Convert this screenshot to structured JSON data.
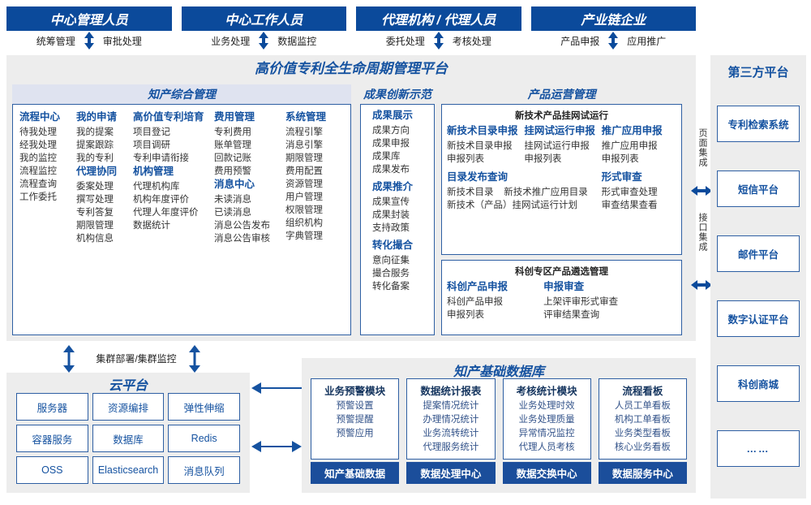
{
  "roles": [
    {
      "title": "中心管理人员",
      "left": "统筹管理",
      "right": "审批处理"
    },
    {
      "title": "中心工作人员",
      "left": "业务处理",
      "right": "数据监控"
    },
    {
      "title": "代理机构 / 代理人员",
      "left": "委托处理",
      "right": "考核处理"
    },
    {
      "title": "产业链企业",
      "left": "产品申报",
      "right": "应用推广"
    }
  ],
  "platform": {
    "title": "高价值专利全生命周期管理平台"
  },
  "zhichan": {
    "title": "知产综合管理",
    "columns": [
      {
        "groups": [
          {
            "head": "流程中心",
            "items": [
              "待我处理",
              "经我处理",
              "我的监控",
              "流程监控",
              "流程查询",
              "工作委托"
            ]
          }
        ]
      },
      {
        "groups": [
          {
            "head": "我的申请",
            "items": [
              "我的提案",
              "提案跟踪",
              "我的专利"
            ]
          },
          {
            "head": "代理协同",
            "items": [
              "委案处理",
              "撰写处理",
              "专利答复",
              "期限管理",
              "机构信息"
            ]
          }
        ]
      },
      {
        "groups": [
          {
            "head": "高价值专利培育",
            "items": [
              "项目登记",
              "项目调研",
              "专利申请衔接"
            ]
          },
          {
            "head": "机构管理",
            "items": [
              "代理机构库",
              "机构年度评价",
              "代理人年度评价",
              "数据统计"
            ]
          }
        ]
      },
      {
        "groups": [
          {
            "head": "费用管理",
            "items": [
              "专利费用",
              "账单管理",
              "回款记账",
              "费用预警"
            ]
          },
          {
            "head": "消息中心",
            "items": [
              "未读消息",
              "已读消息",
              "消息公告发布",
              "消息公告审核"
            ]
          }
        ]
      },
      {
        "groups": [
          {
            "head": "系统管理",
            "items": [
              "流程引擎",
              "消息引擎",
              "期限管理",
              "费用配置",
              "资源管理",
              "用户管理",
              "权限管理",
              "组织机构",
              "字典管理"
            ]
          }
        ]
      }
    ]
  },
  "chengguo": {
    "title": "成果创新示范",
    "groups": [
      {
        "head": "成果展示",
        "items": [
          "成果方向",
          "成果申报",
          "成果库",
          "成果发布"
        ]
      },
      {
        "head": "成果推介",
        "items": [
          "成果宣传",
          "成果封装",
          "支持政策"
        ]
      },
      {
        "head": "转化撮合",
        "items": [
          "意向征集",
          "撮合服务",
          "转化备案"
        ]
      }
    ]
  },
  "chanpin": {
    "title": "产品运营管理",
    "panels": [
      {
        "subtitle": "新技术产品挂网试运行",
        "row1": [
          {
            "head": "新技术目录申报",
            "items": [
              "新技术目录申报",
              "申报列表"
            ]
          },
          {
            "head": "挂网试运行申报",
            "items": [
              "挂网试运行申报",
              "申报列表"
            ]
          },
          {
            "head": "推广应用申报",
            "items": [
              "推广应用申报",
              "申报列表"
            ]
          }
        ],
        "row2": [
          {
            "head": "目录发布查询",
            "items": [
              "新技术目录    新技术推广应用目录",
              "新技术（产品）挂网试运行计划"
            ]
          },
          {
            "head": "形式审查",
            "items": [
              "形式审查处理",
              "审查结果查看"
            ]
          }
        ]
      },
      {
        "subtitle": "科创专区产品遴选管理",
        "row1": [
          {
            "head": "科创产品申报",
            "items": [
              "科创产品申报",
              "申报列表"
            ]
          },
          {
            "head": "申报审查",
            "items": [
              "上架评审形式审查",
              "评审结果查询"
            ]
          }
        ],
        "row2": []
      }
    ]
  },
  "integration": {
    "page": "页面集成",
    "api": "接口集成"
  },
  "thirdparty": {
    "title": "第三方平台",
    "items": [
      "专利检索系统",
      "短信平台",
      "邮件平台",
      "数字认证平台",
      "科创商城",
      "……"
    ]
  },
  "cloud": {
    "arrow_label": "集群部署/集群监控",
    "title": "云平台",
    "cells": [
      "服务器",
      "资源编排",
      "弹性伸缩",
      "容器服务",
      "数据库",
      "Redis",
      "OSS",
      "Elasticsearch",
      "消息队列"
    ]
  },
  "database": {
    "title": "知产基础数据库",
    "columns": [
      {
        "head": "业务预警模块",
        "items": [
          "预警设置",
          "预警提醒",
          "预警应用"
        ],
        "foot": "知产基础数据"
      },
      {
        "head": "数据统计报表",
        "items": [
          "提案情况统计",
          "办理情况统计",
          "业务流转统计",
          "代理服务统计"
        ],
        "foot": "数据处理中心"
      },
      {
        "head": "考核统计模块",
        "items": [
          "业务处理时效",
          "业务处理质量",
          "异常情况监控",
          "代理人员考核"
        ],
        "foot": "数据交换中心"
      },
      {
        "head": "流程看板",
        "items": [
          "人员工单看板",
          "机构工单看板",
          "业务类型看板",
          "核心业务看板"
        ],
        "foot": "数据服务中心"
      }
    ]
  },
  "colors": {
    "deep_blue": "#0B4A9B",
    "title_blue": "#1552A0",
    "panel_grey": "#ededed",
    "lavender": "#dfe3f0"
  }
}
